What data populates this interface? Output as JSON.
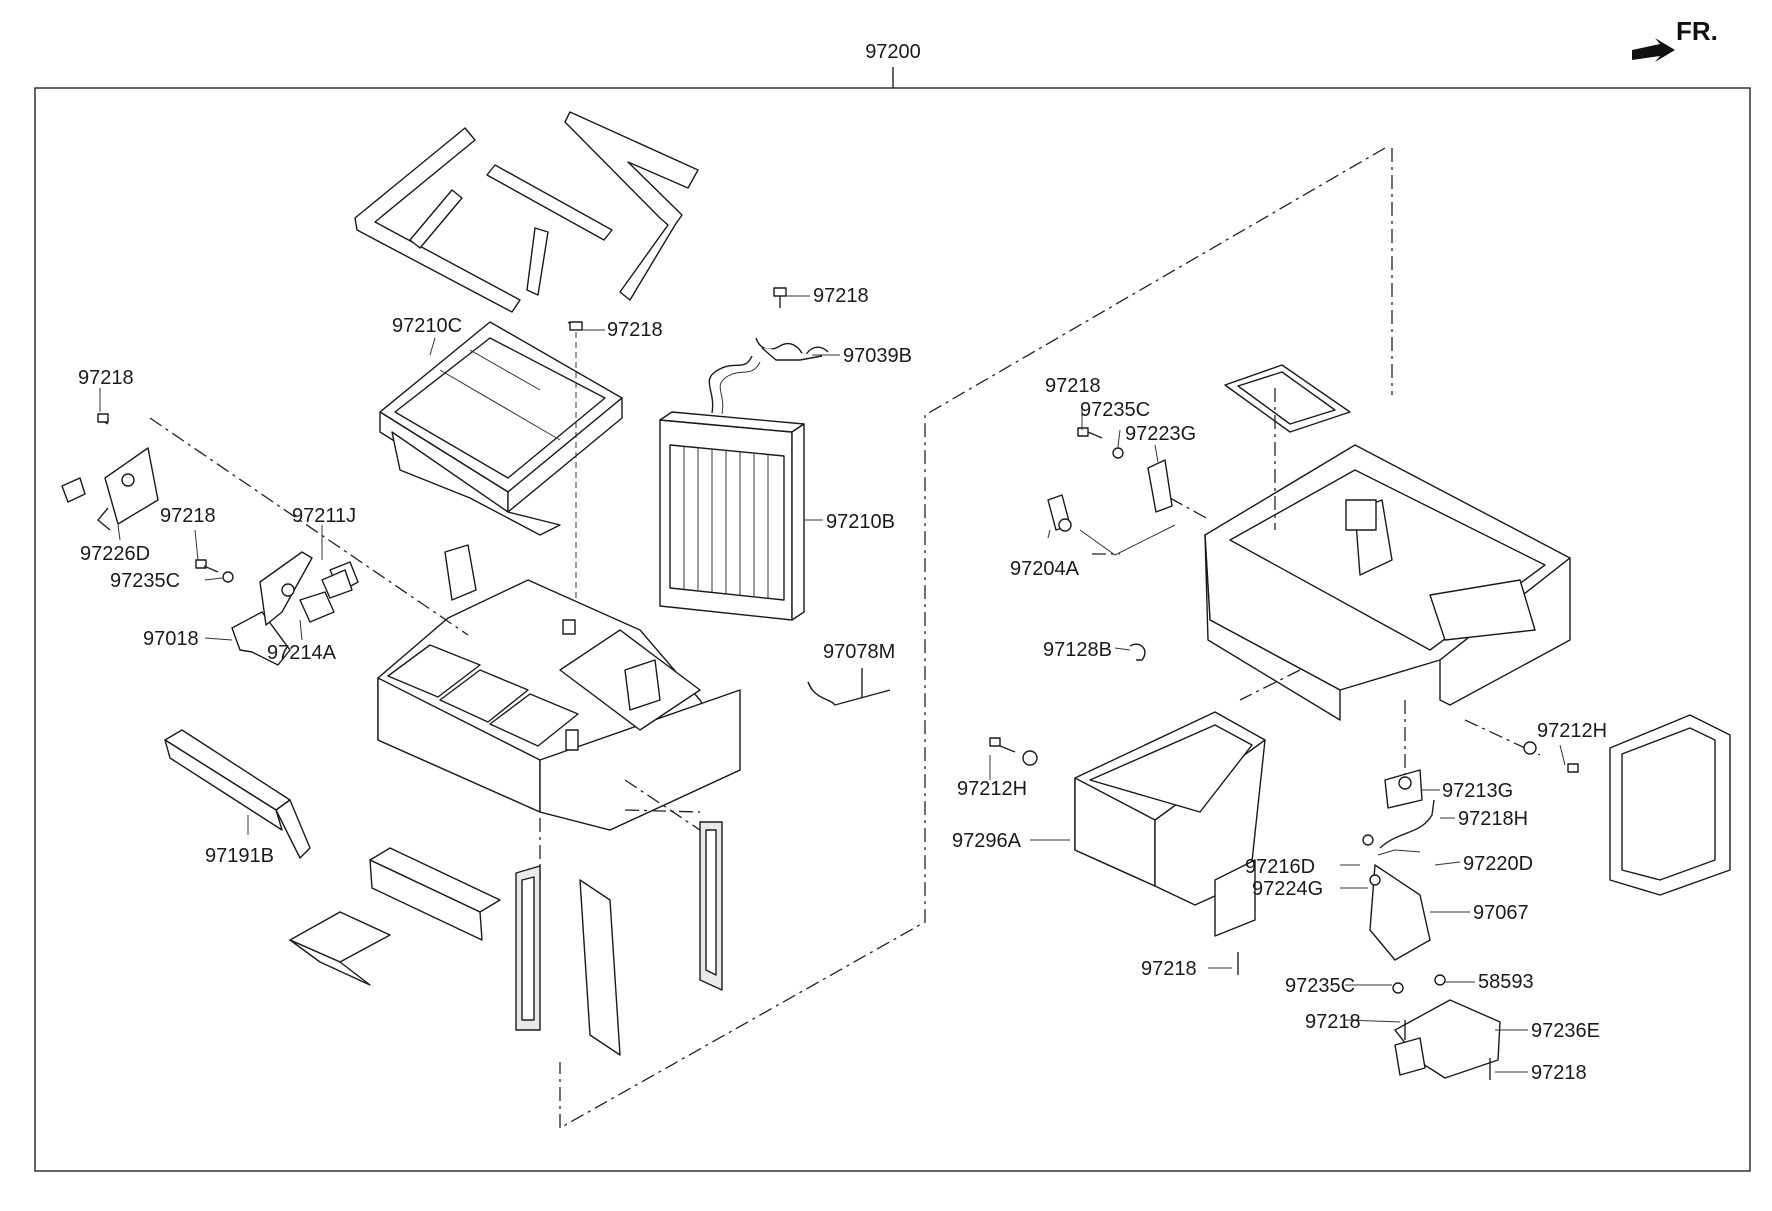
{
  "diagram": {
    "assembly_number": "97200",
    "front_indicator": "FR.",
    "callouts": [
      {
        "key": "c_97218_a",
        "text": "97218"
      },
      {
        "key": "c_97218_b",
        "text": "97218"
      },
      {
        "key": "c_97039B",
        "text": "97039B"
      },
      {
        "key": "c_97210C",
        "text": "97210C"
      },
      {
        "key": "c_97218_c",
        "text": "97218"
      },
      {
        "key": "c_97210B",
        "text": "97210B"
      },
      {
        "key": "c_97218_d",
        "text": "97218"
      },
      {
        "key": "c_97211J",
        "text": "97211J"
      },
      {
        "key": "c_97226D",
        "text": "97226D"
      },
      {
        "key": "c_97235C_a",
        "text": "97235C"
      },
      {
        "key": "c_97018",
        "text": "97018"
      },
      {
        "key": "c_97214A",
        "text": "97214A"
      },
      {
        "key": "c_97078M",
        "text": "97078M"
      },
      {
        "key": "c_97191B",
        "text": "97191B"
      },
      {
        "key": "c_97218_e",
        "text": "97218"
      },
      {
        "key": "c_97235C_b",
        "text": "97235C"
      },
      {
        "key": "c_97223G",
        "text": "97223G"
      },
      {
        "key": "c_97204A",
        "text": "97204A"
      },
      {
        "key": "c_97128B",
        "text": "97128B"
      },
      {
        "key": "c_97212H_a",
        "text": "97212H"
      },
      {
        "key": "c_97212H_b",
        "text": "97212H"
      },
      {
        "key": "c_97296A",
        "text": "97296A"
      },
      {
        "key": "c_97213G",
        "text": "97213G"
      },
      {
        "key": "c_97218H",
        "text": "97218H"
      },
      {
        "key": "c_97216D",
        "text": "97216D"
      },
      {
        "key": "c_97220D",
        "text": "97220D"
      },
      {
        "key": "c_97224G",
        "text": "97224G"
      },
      {
        "key": "c_97067",
        "text": "97067"
      },
      {
        "key": "c_97218_f",
        "text": "97218"
      },
      {
        "key": "c_97235C_c",
        "text": "97235C"
      },
      {
        "key": "c_58593",
        "text": "58593"
      },
      {
        "key": "c_97218_g",
        "text": "97218"
      },
      {
        "key": "c_97236E",
        "text": "97236E"
      },
      {
        "key": "c_97218_h",
        "text": "97218"
      }
    ]
  }
}
